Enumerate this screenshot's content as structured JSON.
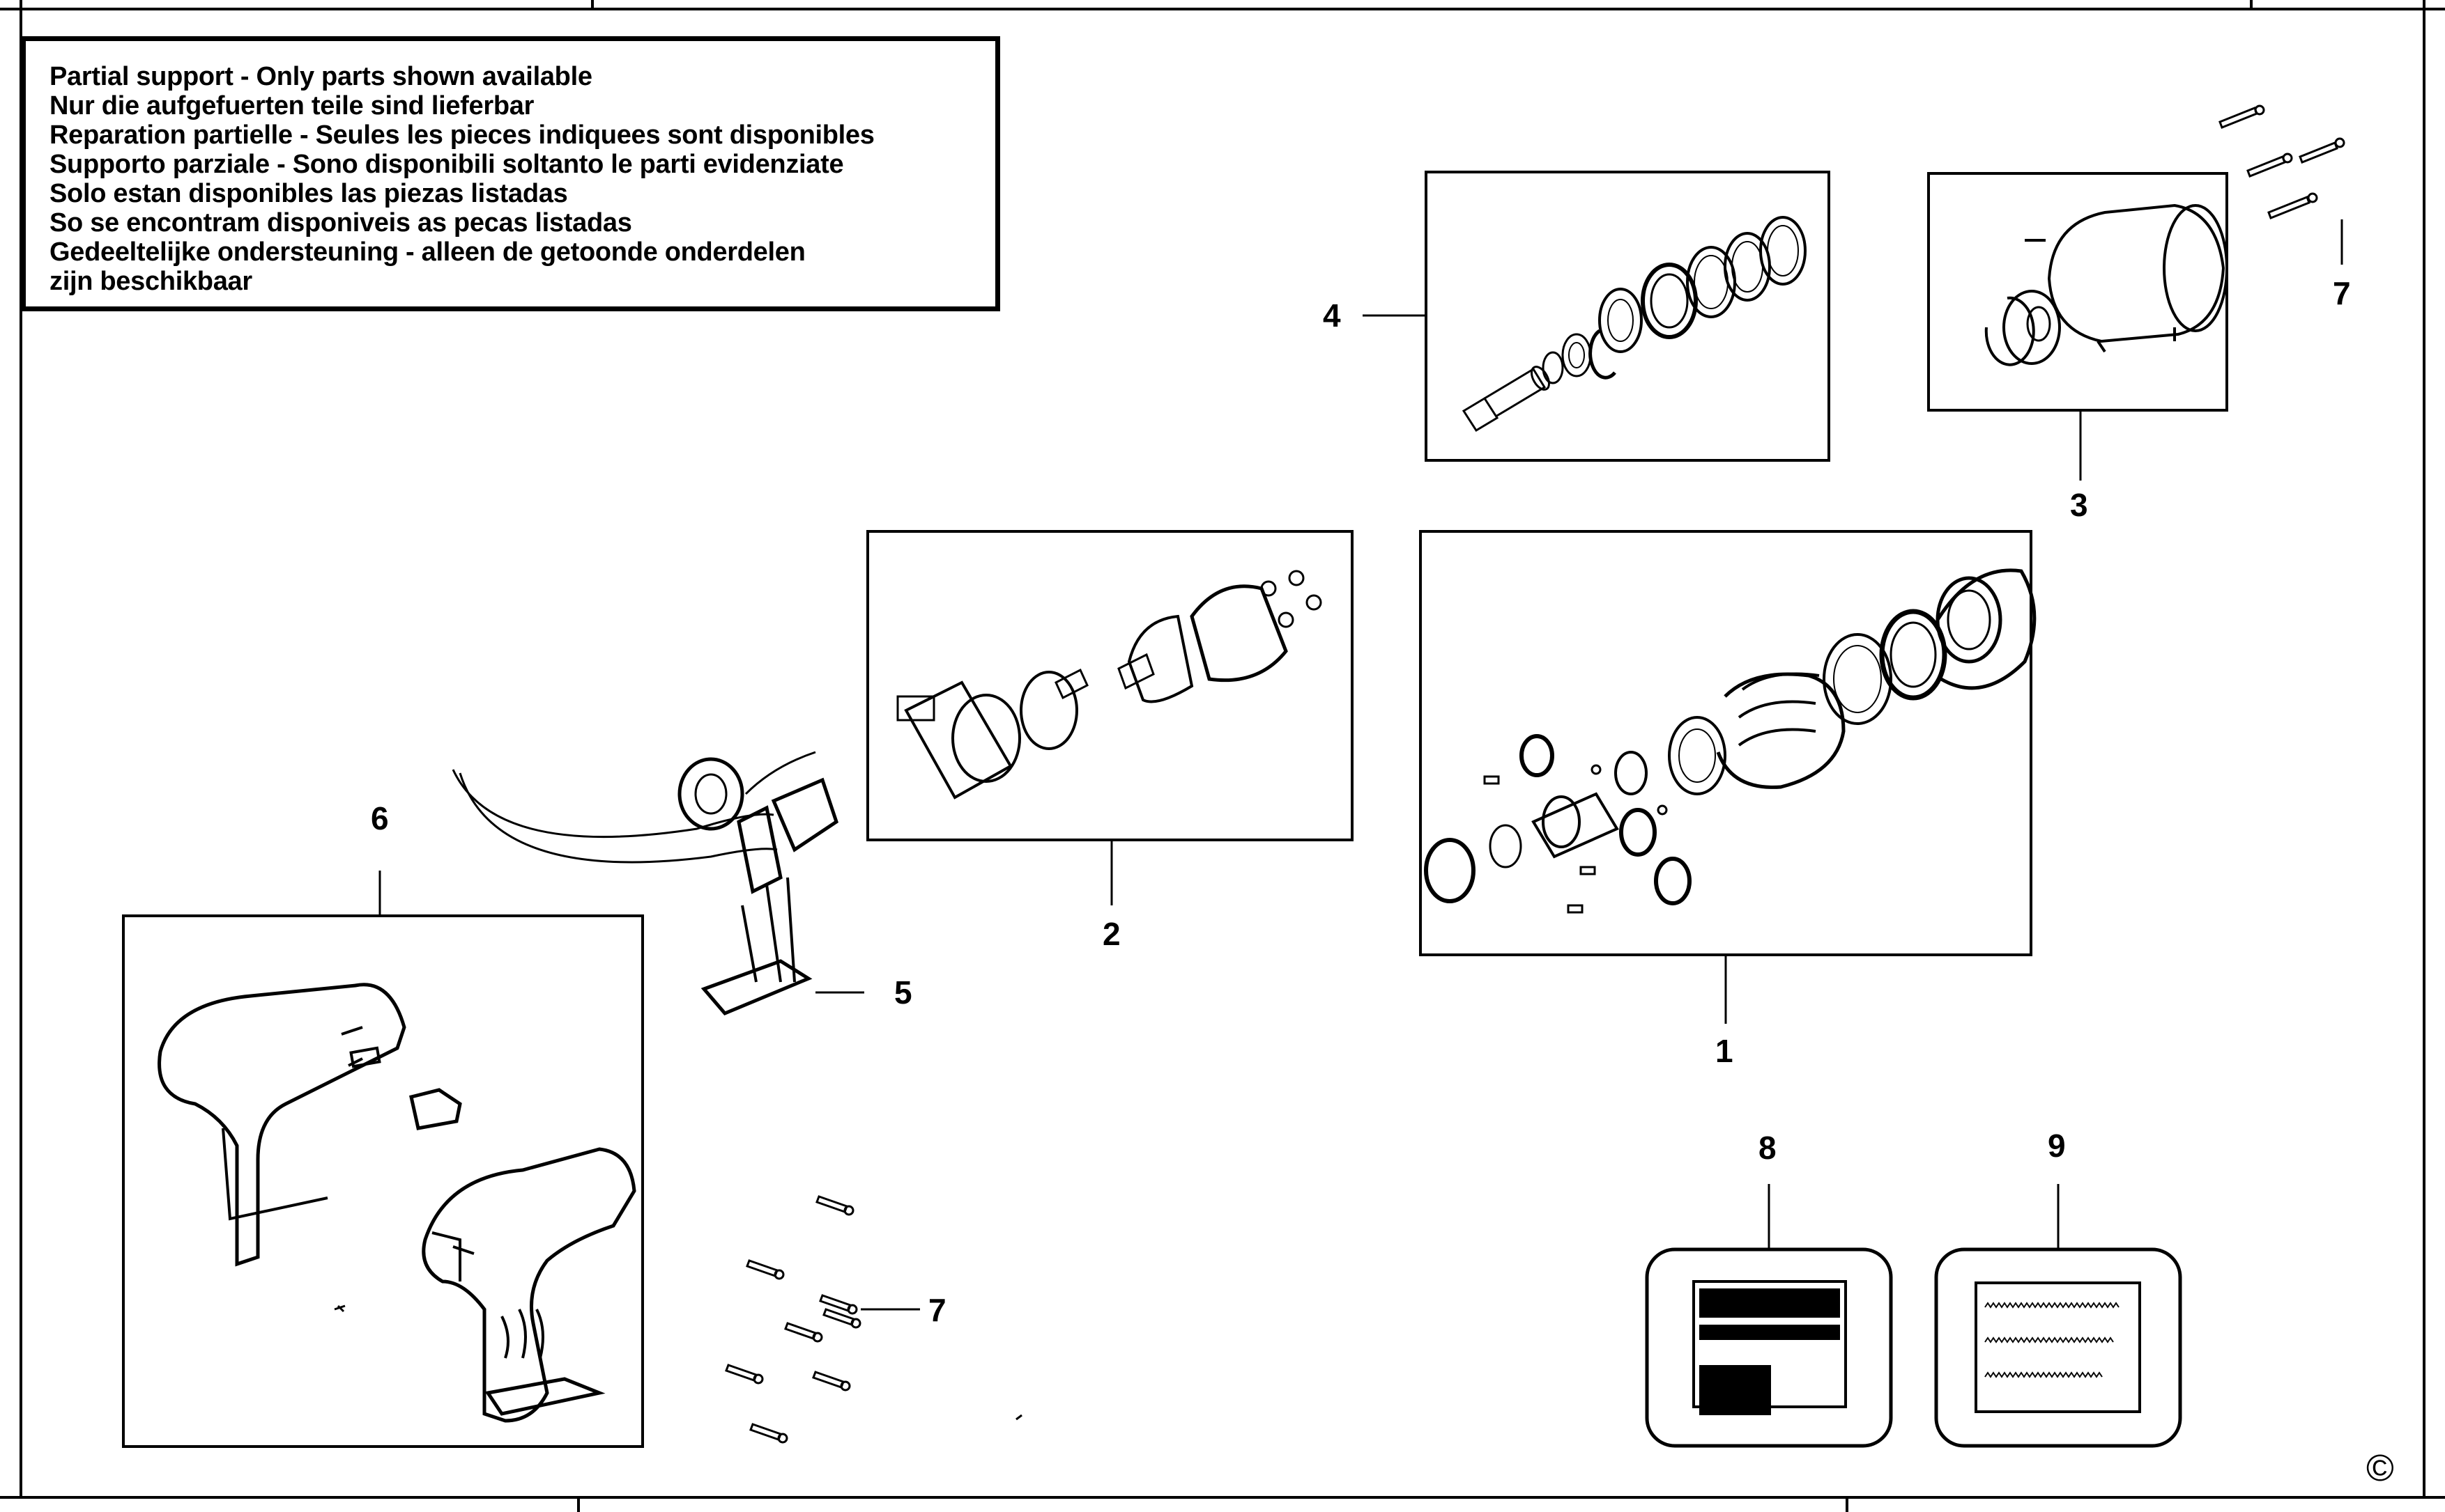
{
  "notice": {
    "lines": [
      "Partial support - Only parts shown available",
      "Nur die aufgefuerten teile sind lieferbar",
      "Reparation partielle - Seules les pieces indiquees sont disponibles",
      "Supporto parziale - Sono disponibili soltanto le parti evidenziate",
      "Solo estan disponibles las piezas listadas",
      "So se encontram disponiveis as pecas listadas",
      "Gedeeltelijke ondersteuning - alleen de getoonde onderdelen",
      "zijn beschikbaar"
    ]
  },
  "callouts": {
    "part_1": "1",
    "part_2": "2",
    "part_3": "3",
    "part_4": "4",
    "part_5": "5",
    "part_6": "6",
    "part_7_top": "7",
    "part_7_bottom": "7",
    "part_8": "8",
    "part_9": "9"
  },
  "footer": {
    "copyright": "©"
  },
  "colors": {
    "line": "#000000",
    "background": "#ffffff"
  }
}
